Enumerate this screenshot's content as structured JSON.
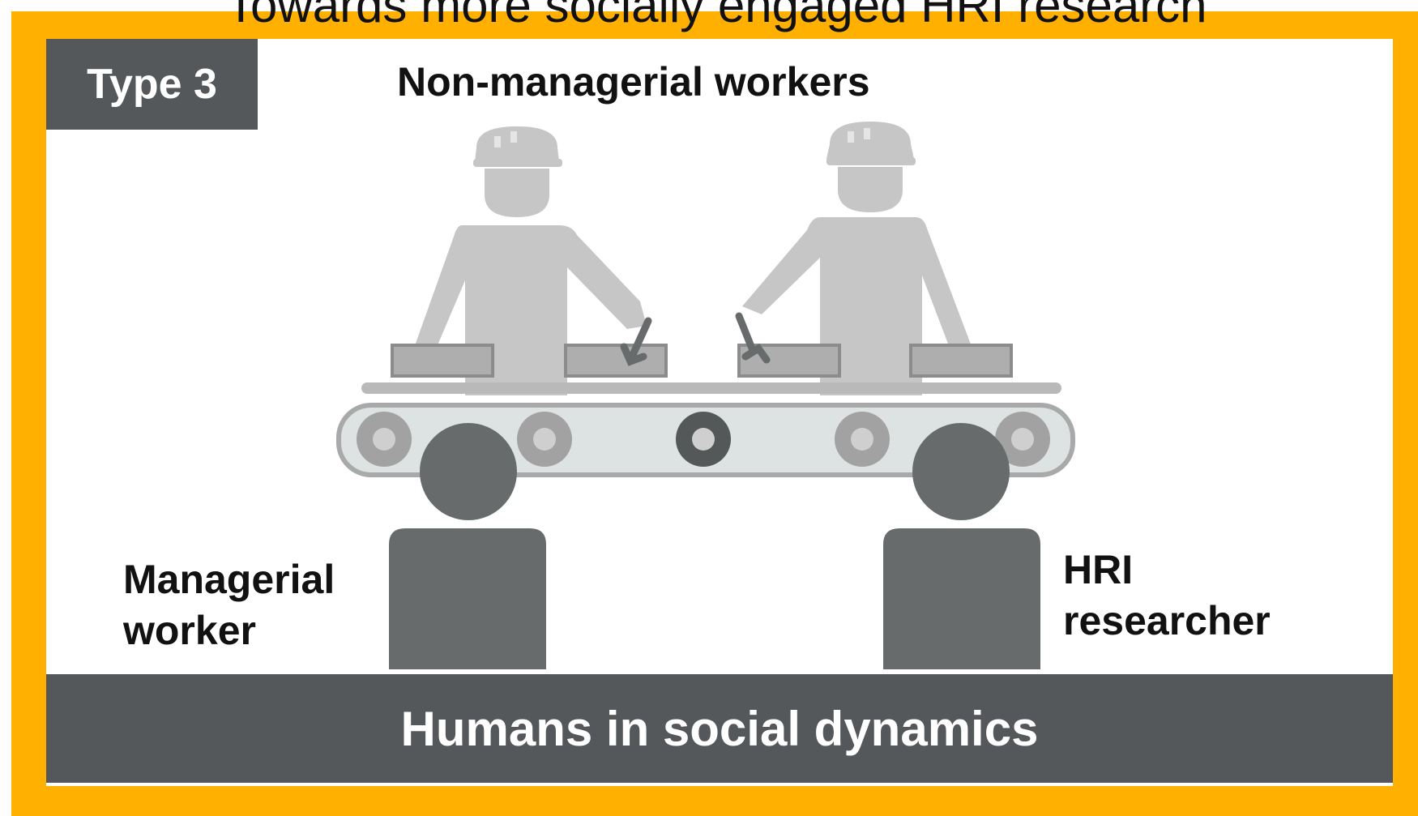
{
  "header": {
    "partial_title": "Towards more socially engaged HRI research"
  },
  "badge": {
    "label": "Type 3"
  },
  "labels": {
    "non_managerial": "Non-managerial workers",
    "managerial_line1": "Managerial",
    "managerial_line2": "worker",
    "researcher_line1": "HRI",
    "researcher_line2": "researcher"
  },
  "footer": {
    "label": "Humans in social dynamics"
  },
  "colors": {
    "frame": "#FFB000",
    "badge_bg": "#55585a",
    "worker_light": "#c6c6c6",
    "person_dark": "#676b6b",
    "conveyor_bg": "#dde2e2"
  }
}
